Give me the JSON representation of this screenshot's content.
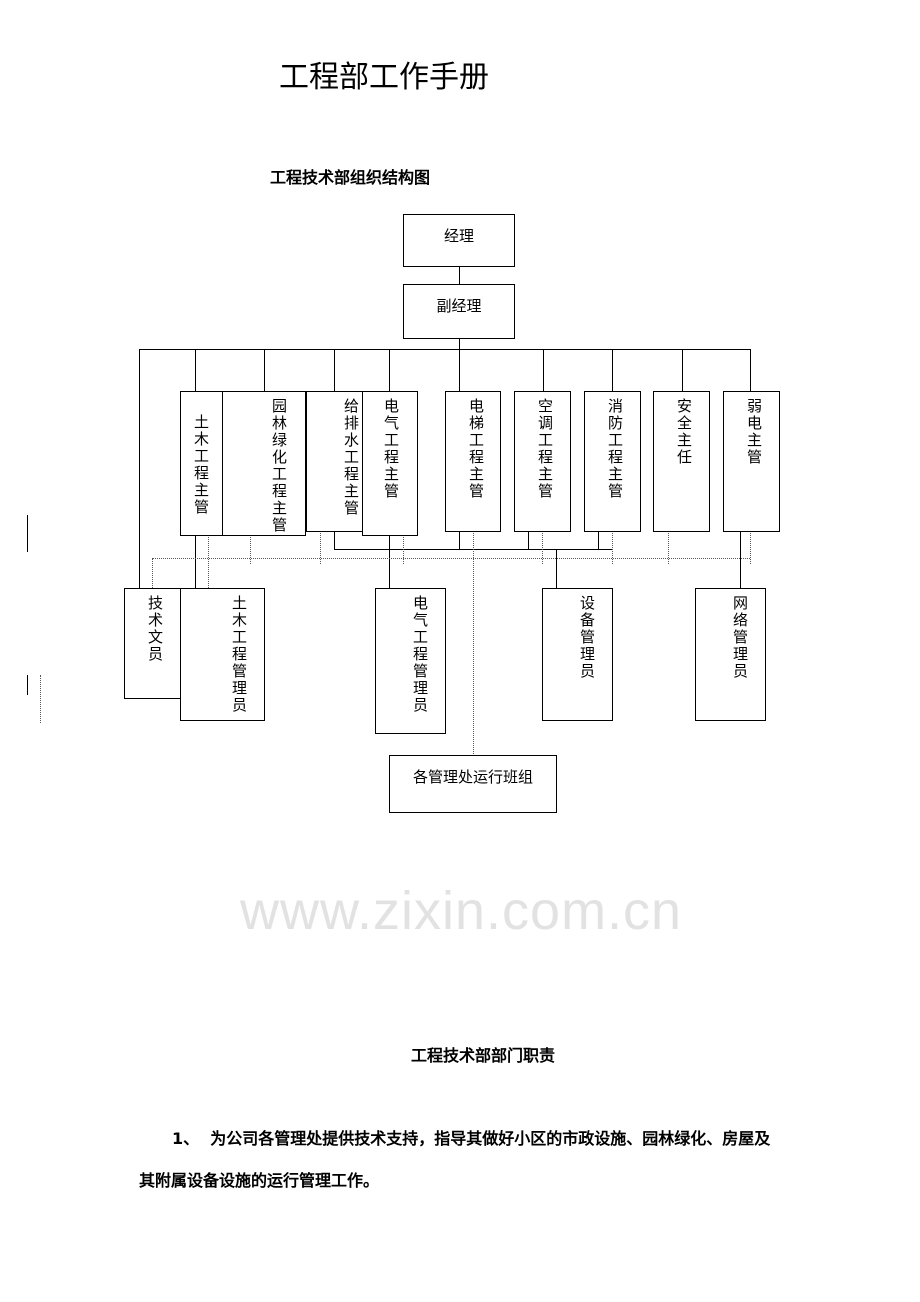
{
  "title": "工程部工作手册",
  "chart_title": "工程技术部组织结构图",
  "org": {
    "manager": "经理",
    "deputy": "副经理",
    "supervisors": [
      "土木工程主管",
      "园林绿化工程主管",
      "给排水工程主管",
      "电气工程主管",
      "电梯工程主管",
      "空调工程主管",
      "消防工程主管",
      "安全主任",
      "弱电主管"
    ],
    "staff": [
      "技术文员",
      "土木工程管理员",
      "电气工程管理员",
      "设备管理员",
      "网络管理员"
    ],
    "team": "各管理处运行班组"
  },
  "watermark": "www.zixin.com.cn",
  "section_title": "工程技术部部门职责",
  "items": [
    {
      "num": "1、",
      "line1": "为公司各管理处提供技术支持，指导其做好小区的市政设施、园林绿化、房屋及",
      "line2": "其附属设备设施的运行管理工作。"
    }
  ]
}
